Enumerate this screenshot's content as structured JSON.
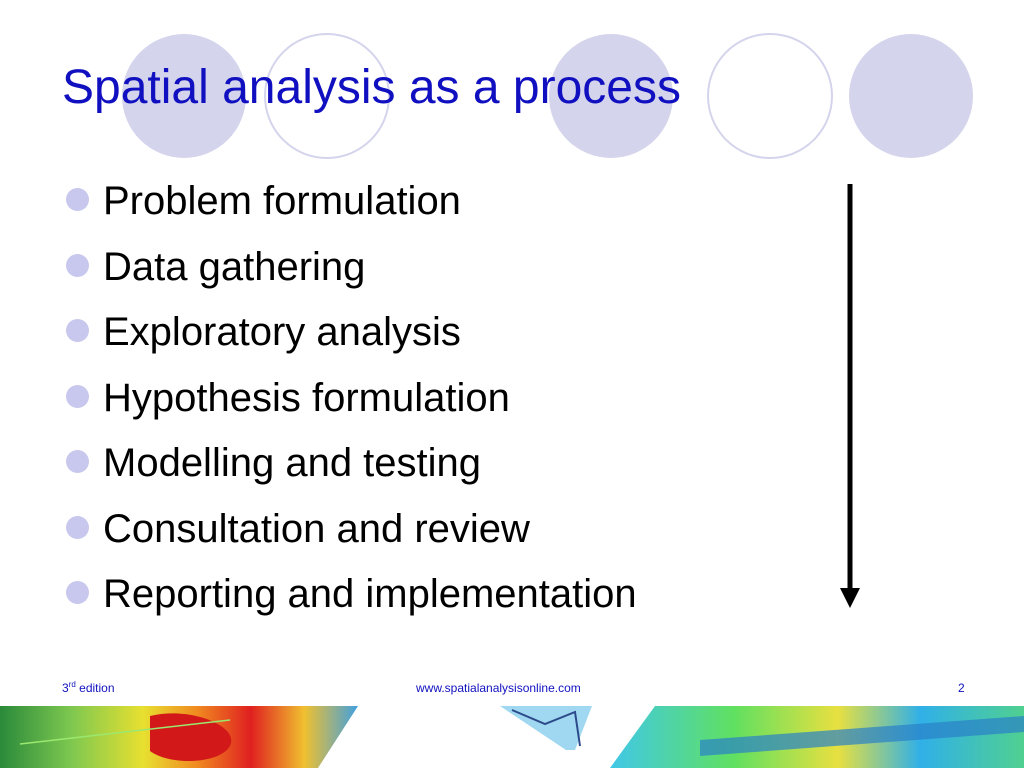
{
  "slide": {
    "title": "Spatial analysis as a process",
    "bullets": [
      "Problem formulation",
      "Data gathering",
      "Exploratory analysis",
      "Hypothesis formulation",
      "Modelling and testing",
      "Consultation and review",
      "Reporting and implementation"
    ]
  },
  "footer": {
    "edition_number": "3",
    "edition_superscript": "rd",
    "edition_word": "edition",
    "url": "www.spatialanalysisonline.com",
    "page_number": "2"
  },
  "colors": {
    "title": "#1010c0",
    "bullet": "#c8c8ee",
    "circle_fill": "#d4d4ec",
    "circle_outline": "#d4d4ec",
    "footer_text": "#1010c0",
    "arrow": "#000000"
  },
  "icons": {
    "bullet": "circle-bullet-icon",
    "arrow": "down-arrow-icon"
  }
}
